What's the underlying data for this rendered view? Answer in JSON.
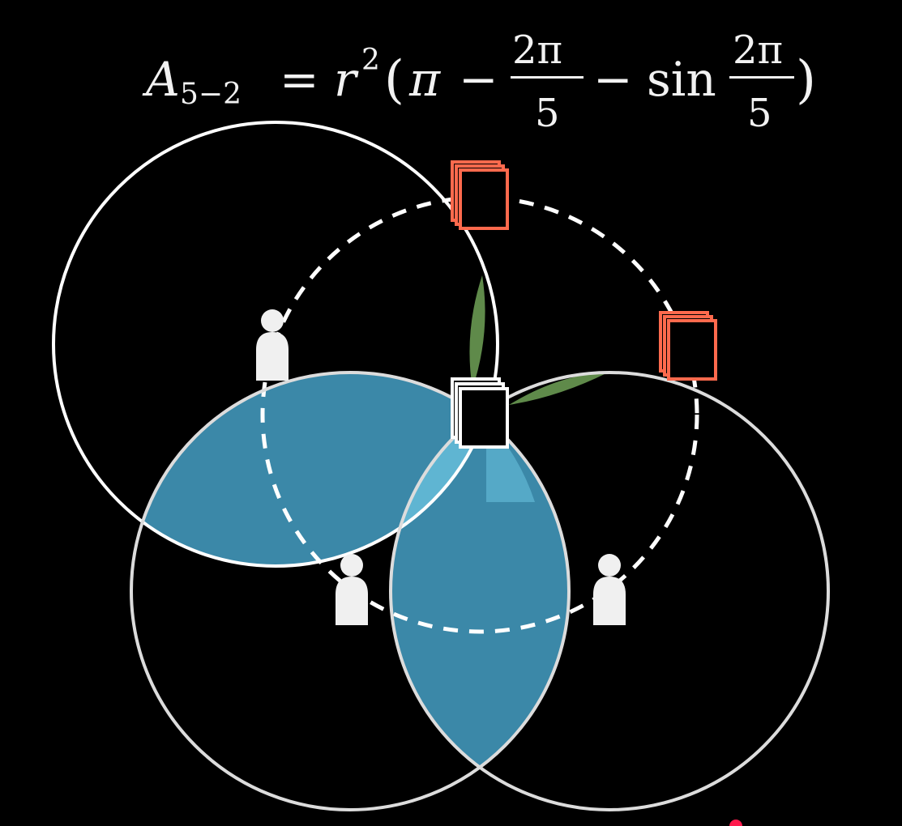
{
  "formula": {
    "lhs_symbol": "A",
    "lhs_subscript": "5−2",
    "equals": "=",
    "r": "r",
    "r_exponent": "2",
    "open_paren": "(",
    "pi": "π",
    "minus_1": "−",
    "frac1_numerator": "2π",
    "frac1_denominator": "5",
    "minus_2": "−",
    "sin": "sin",
    "frac2_numerator": "2π",
    "frac2_denominator": "5",
    "close_paren": ")"
  },
  "colors": {
    "background": "#000000",
    "circle_stroke": "#ffffff",
    "overlap_blue": "#3e8fb0",
    "overlap_light_blue": "#6cc4e0",
    "overlap_green": "#5f8a4a",
    "tower_orange": "#ff6a4d",
    "person_fill": "#f0f0f0",
    "dashed_circle": "#ffffff"
  },
  "icons": {
    "person": "person-icon",
    "tower_orange": "orange-square-stack-icon",
    "tower_center": "black-square-stack-icon"
  }
}
